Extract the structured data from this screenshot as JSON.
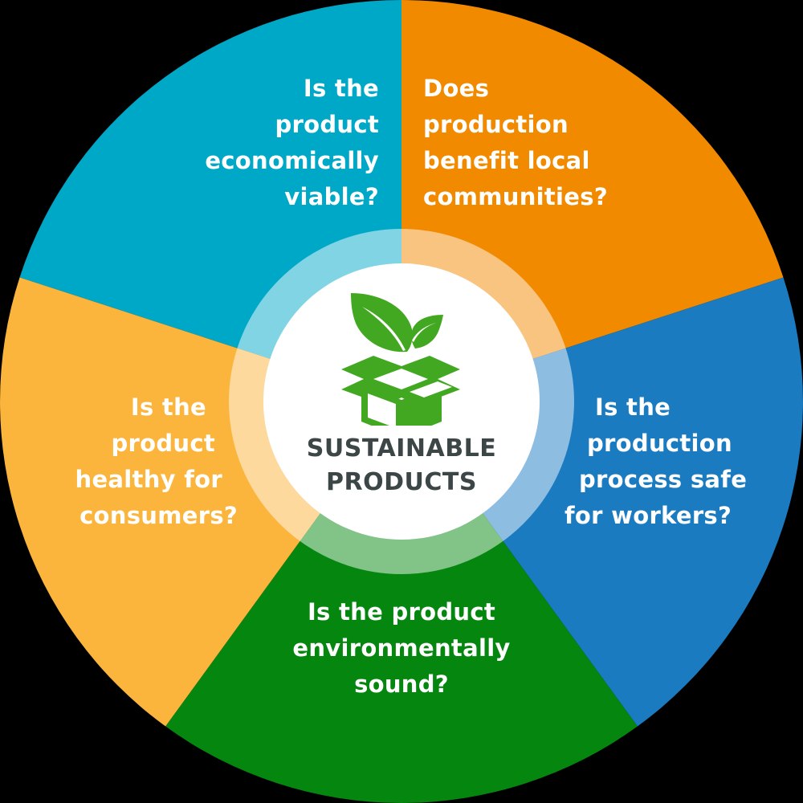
{
  "diagram": {
    "type": "sustainability-wheel",
    "center": {
      "title_lines": [
        "SUSTAINABLE",
        "PRODUCTS"
      ],
      "icon": "leaf-box-icon",
      "text_color": "#3d4647",
      "icon_color": "#43a821"
    },
    "segments": [
      {
        "id": "economic",
        "lines": [
          "Is the",
          "product",
          "economically",
          "viable?"
        ],
        "color": "#00a8c8",
        "ring_color": "#80d4e4"
      },
      {
        "id": "community",
        "lines": [
          "Does",
          "production",
          "benefit local",
          "communities?"
        ],
        "color": "#f28a00",
        "ring_color": "#f8c480"
      },
      {
        "id": "workers",
        "lines": [
          "Is the",
          "production",
          "process safe",
          "for workers?"
        ],
        "color": "#1b7bc1",
        "ring_color": "#8dbde0"
      },
      {
        "id": "environment",
        "lines": [
          "Is the product",
          "environmentally",
          "sound?"
        ],
        "color": "#05860f",
        "ring_color": "#82c387"
      },
      {
        "id": "consumers",
        "lines": [
          "Is the",
          "product",
          "healthy for",
          "consumers?"
        ],
        "color": "#fbb53c",
        "ring_color": "#fdd99d"
      }
    ]
  }
}
